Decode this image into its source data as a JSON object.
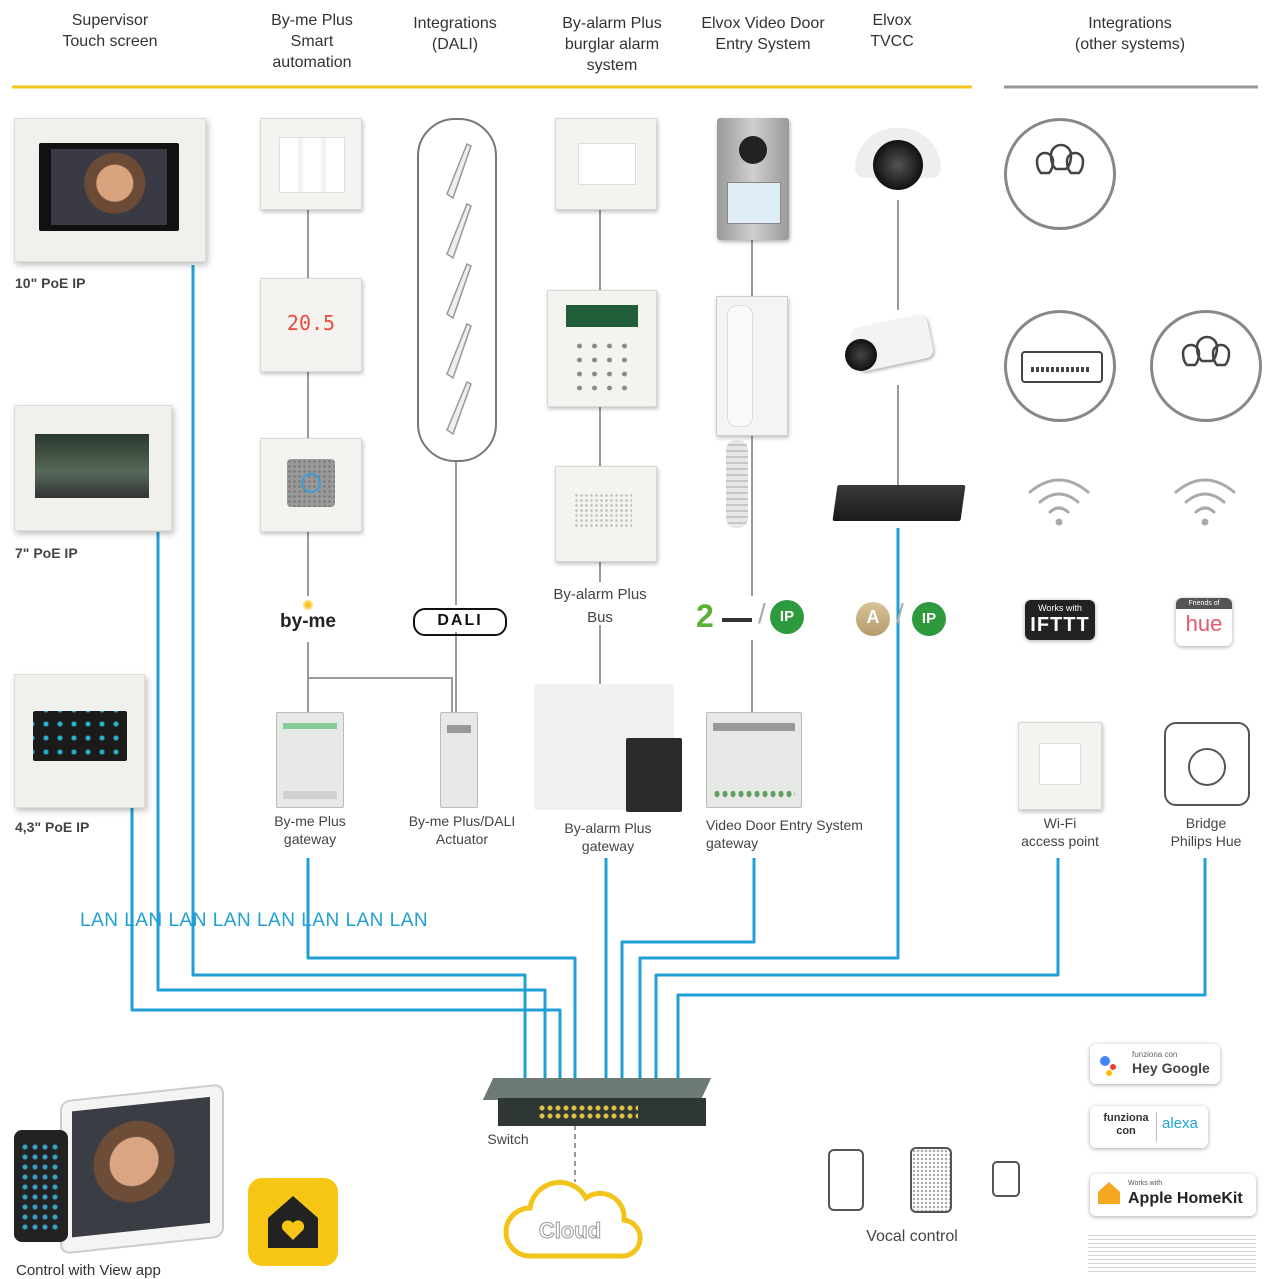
{
  "headers": {
    "supervisor": "Supervisor\nTouch screen",
    "byme_plus": "By-me Plus\nSmart\nautomation",
    "dali": "Integrations\n(DALI)",
    "byalarm": "By-alarm Plus\nburglar alarm\nsystem",
    "elvox_door": "Elvox Video Door\nEntry System",
    "elvox_tvcc": "Elvox\nTVCC",
    "other": "Integrations\n(other systems)"
  },
  "devices": {
    "screen_10": "10\" PoE IP",
    "screen_7": "7\" PoE IP",
    "screen_43": "4,3\" PoE IP",
    "byalarm_bus": "By-alarm Plus\nBus",
    "byme_gateway": "By-me Plus\ngateway",
    "dali_actuator": "By-me Plus/DALI\nActuator",
    "byalarm_gateway": "By-alarm Plus\ngateway",
    "video_gateway": "Video Door Entry System\ngateway",
    "wifi_ap": "Wi-Fi\naccess point",
    "bridge_hue": "Bridge\nPhilips Hue",
    "thermostat_display": "20.5"
  },
  "logos": {
    "byme": "by-me",
    "dali": "DALI",
    "ifttt_top": "Works with",
    "ifttt": "IFTTT",
    "hue_top": "Friends of",
    "hue": "hue",
    "two_wire": "2",
    "ip": "IP",
    "ahd": "A",
    "google_top": "funziona con",
    "google": "Hey Google",
    "alexa_left": "funziona\ncon",
    "alexa": "alexa",
    "homekit_top": "Works with",
    "homekit": "Apple HomeKit"
  },
  "network": {
    "lan_label": "LAN LAN LAN LAN LAN LAN LAN LAN",
    "switch": "Switch",
    "cloud": "Cloud",
    "vocal": "Vocal control",
    "view_app": "Control with View app"
  },
  "colors": {
    "accent_yellow": "#f2c41a",
    "lan_blue": "#1f9fd4",
    "grey_line": "#999999"
  }
}
